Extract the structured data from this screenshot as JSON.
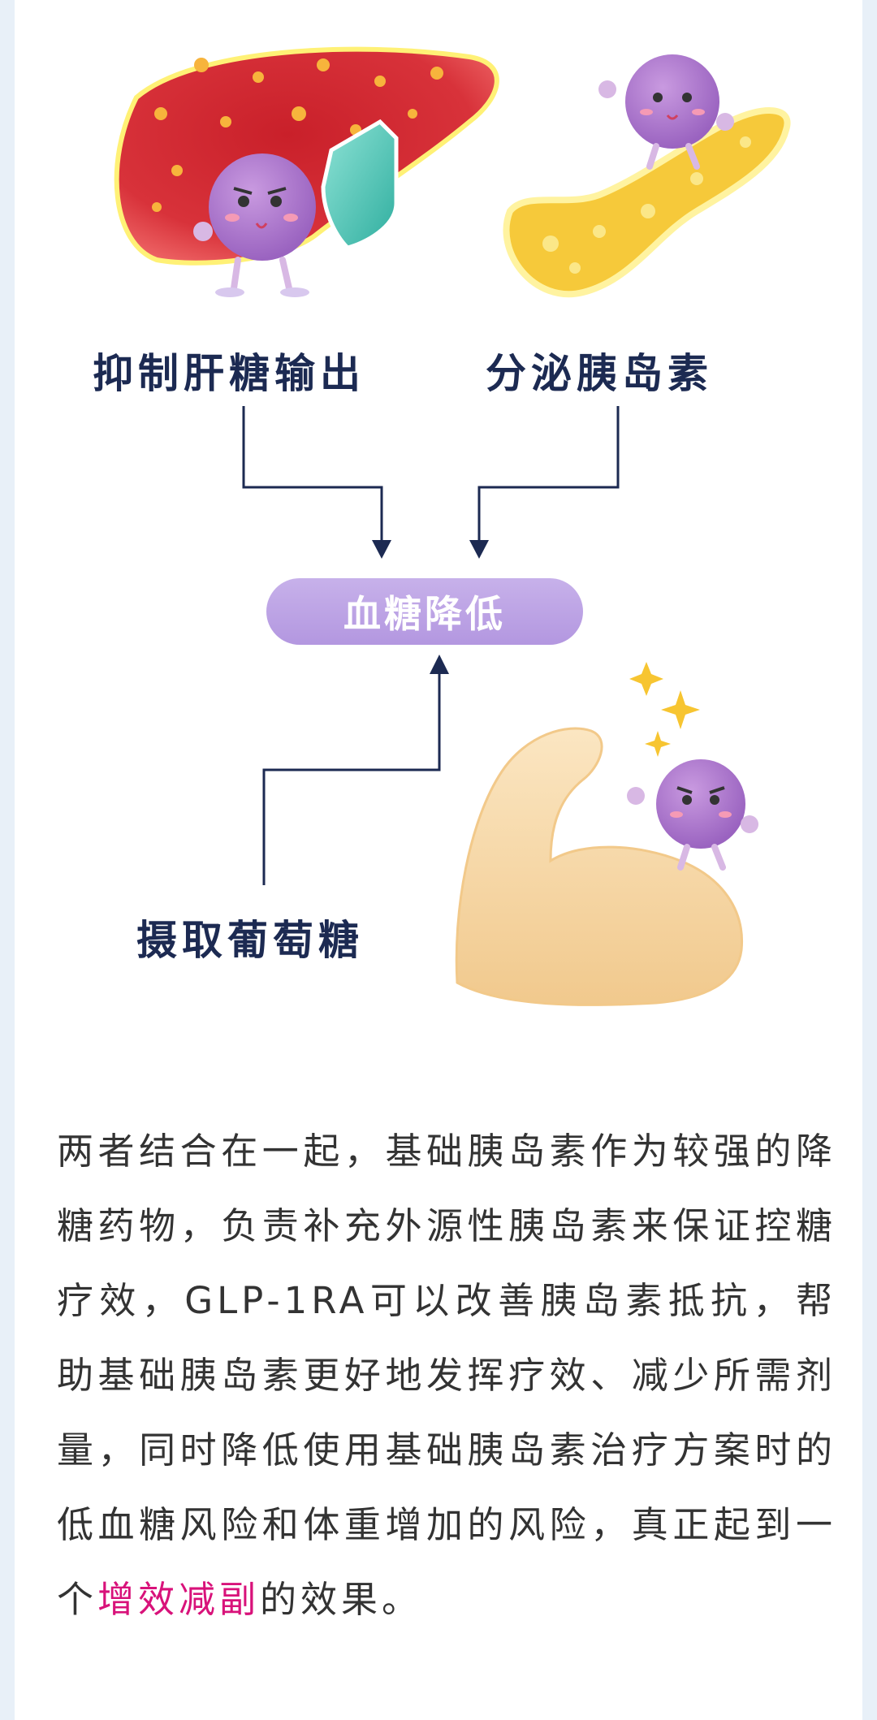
{
  "diagram": {
    "labels": {
      "liver_effect": "抑制肝糖输出",
      "pancreas_effect": "分泌胰岛素",
      "center_result": "血糖降低",
      "muscle_effect": "摄取葡萄糖"
    }
  },
  "paragraph": {
    "text_before": "两者结合在一起，基础胰岛素作为较强的降糖药物，负责补充外源性胰岛素来保证控糖疗效，GLP-1RA可以改善胰岛素抵抗，帮助基础胰岛素更好地发挥疗效、减少所需剂量，同时降低使用基础胰岛素治疗方案时的低血糖风险和体重增加的风险，真正起到一个",
    "highlight": "增效减副",
    "text_after": "的效果。"
  },
  "colors": {
    "label_navy": "#1c2a52",
    "pill_purple": "#b397e0",
    "highlight_magenta": "#d8127a",
    "liver_red": "#c9202a",
    "pancreas_yellow": "#f6c93a",
    "muscle_skin": "#f7d9a6",
    "character_purple": "#b07fcf"
  }
}
